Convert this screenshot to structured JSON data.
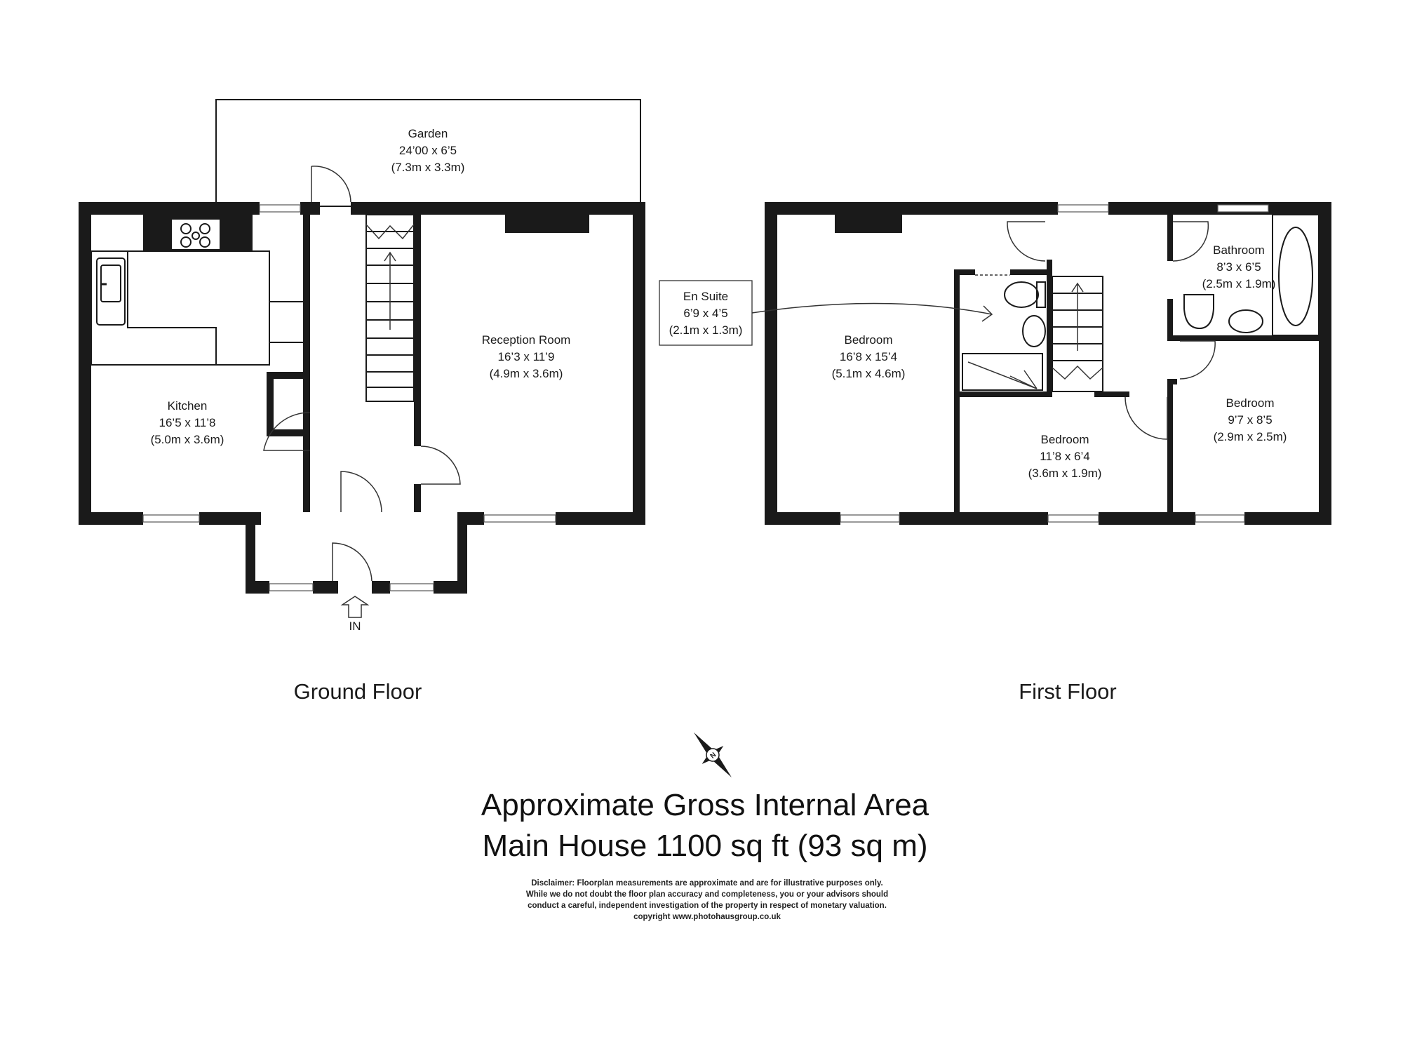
{
  "rooms": {
    "garden": {
      "name": "Garden",
      "imperial": "24’00 x 6’5",
      "metric": "(7.3m x 3.3m)"
    },
    "kitchen": {
      "name": "Kitchen",
      "imperial": "16’5 x 11’8",
      "metric": "(5.0m x 3.6m)"
    },
    "reception": {
      "name": "Reception Room",
      "imperial": "16’3 x 11’9",
      "metric": "(4.9m x 3.6m)"
    },
    "ensuite": {
      "name": "En Suite",
      "imperial": "6’9 x 4’5",
      "metric": "(2.1m x 1.3m)"
    },
    "bedroom1": {
      "name": "Bedroom",
      "imperial": "16’8 x 15’4",
      "metric": "(5.1m x 4.6m)"
    },
    "bathroom": {
      "name": "Bathroom",
      "imperial": "8’3 x 6’5",
      "metric": "(2.5m x 1.9m)"
    },
    "bedroom2": {
      "name": "Bedroom",
      "imperial": "11’8 x 6’4",
      "metric": "(3.6m x 1.9m)"
    },
    "bedroom3": {
      "name": "Bedroom",
      "imperial": "9’7 x 8’5",
      "metric": "(2.9m x 2.5m)"
    }
  },
  "entrance_label": "IN",
  "floors": {
    "ground": "Ground Floor",
    "first": "First Floor"
  },
  "compass_label": "N",
  "area": {
    "line1": "Approximate Gross Internal Area",
    "line2": "Main House 1100 sq ft  (93 sq m)"
  },
  "disclaimer": [
    "Disclaimer: Floorplan measurements are approximate and are for illustrative purposes only.",
    "While we do not doubt the floor plan accuracy and completeness, you or your advisors should",
    "conduct a careful, independent investigation of the property in respect of monetary valuation.",
    "copyright www.photohausgroup.co.uk"
  ],
  "colors": {
    "wall": "#1a1a1a",
    "background": "#ffffff"
  }
}
